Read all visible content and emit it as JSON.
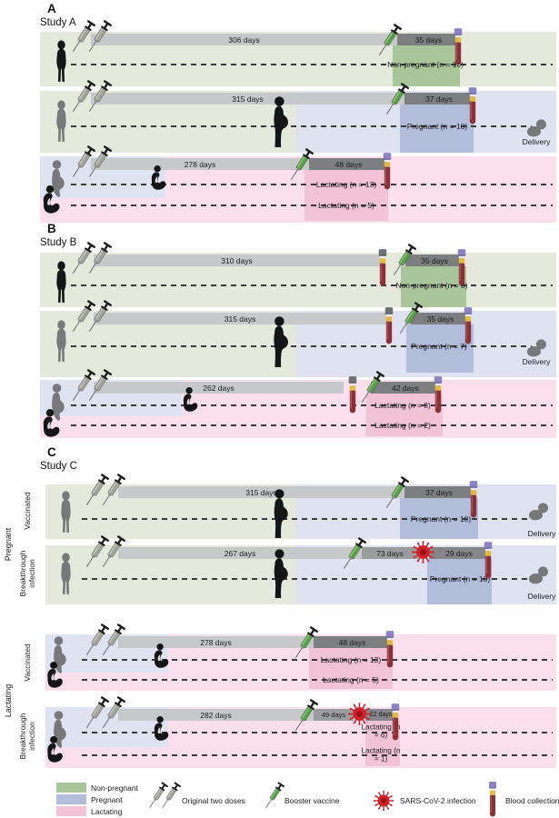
{
  "panelA": {
    "letter": "A",
    "title": "Study A",
    "row1": {
      "d1": "306 days",
      "d2": "35 days",
      "label": "Non-pregnant (n = 10)"
    },
    "row2": {
      "d1": "315 days",
      "d2": "37 days",
      "label": "Pregnant (n = 10)",
      "delivery": "Delivery"
    },
    "row3": {
      "d1": "278 days",
      "d2": "48 days",
      "label1": "Lactating (n = 13)",
      "label2": "Lactating (n = 5)"
    }
  },
  "panelB": {
    "letter": "B",
    "title": "Study B",
    "row1": {
      "d1": "310 days",
      "d2": "35 days",
      "label": "Non-pregnant (n = 8)"
    },
    "row2": {
      "d1": "315 days",
      "d2": "35 days",
      "label": "Pregnant (n = 7)",
      "delivery": "Delivery"
    },
    "row3": {
      "d1": "262 days",
      "d2": "42 days",
      "label1": "Lactating (n = 8)",
      "label2": "Lactating (n = 2)"
    }
  },
  "panelC": {
    "letter": "C",
    "title": "Study C",
    "groupPregnant": "Pregnant",
    "groupLactating": "Lactating",
    "vaccinated": "Vaccinated",
    "breakthrough": "Breakthrough infection",
    "row1": {
      "d1": "315 days",
      "d2": "37 days",
      "label": "Pregnant (n = 10)",
      "delivery": "Delivery"
    },
    "row2": {
      "d1": "267 days",
      "d2": "73 days",
      "d3": "29 days",
      "label": "Pregnant (n = 10)",
      "delivery": "Delivery"
    },
    "row3": {
      "d1": "278 days",
      "d2": "48 days",
      "label1": "Lactating (n = 13)",
      "label2": "Lactating (n = 5)"
    },
    "row4": {
      "d1": "282 days",
      "d2": "49 days",
      "d3": "22 days",
      "label1": "Lactating (n = 6)",
      "label2": "Lactating (n = 1)"
    }
  },
  "legend": {
    "swatches": [
      {
        "label": "Non-pregnant",
        "color": "#a9c69b"
      },
      {
        "label": "Pregnant",
        "color": "#b2bddc"
      },
      {
        "label": "Lactating",
        "color": "#f2c2d6"
      }
    ],
    "items": [
      {
        "icon": "double-syringe-icon",
        "label": "Original two doses"
      },
      {
        "icon": "booster-syringe-icon",
        "label": "Booster vaccine"
      },
      {
        "icon": "virus-icon",
        "label": "SARS-CoV-2 infection"
      },
      {
        "icon": "blood-tube-icon",
        "label": "Blood collection"
      }
    ]
  },
  "colors": {
    "band_green": "#e4e9db",
    "band_blue": "#dee2f1",
    "band_pink": "#fbdfec",
    "highlight_green": "#a9c69b",
    "highlight_blue": "#b2bddc",
    "highlight_pink": "#f2c2d6",
    "bar_light": "#c7c8ca",
    "bar_mid": "#9b9c9e",
    "bar_dark": "#7d7e80",
    "virus_red": "#d31f26",
    "tube_blood": "#8c3036",
    "tube_band_yellow": "#e2b83d",
    "tube_cap_purple": "#8d82c4",
    "tube_cap_gray": "#6f7173",
    "booster_green": "#55a143",
    "syringe_gray": "#a2a399"
  }
}
